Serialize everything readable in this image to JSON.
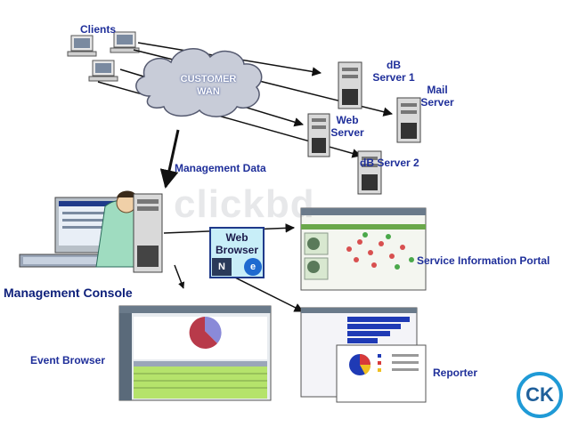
{
  "labels": {
    "clients": "Clients",
    "cloud_line1": "CUSTOMER",
    "cloud_line2": "WAN",
    "db_server_1_line1": "dB",
    "db_server_1_line2": "Server 1",
    "mail_server_line1": "Mail",
    "mail_server_line2": "Server",
    "web_server_line1": "Web",
    "web_server_line2": "Server",
    "db_server_2": "dB Server 2",
    "management_data": "Management Data",
    "web_browser_line1": "Web",
    "web_browser_line2": "Browser",
    "browser_n": "N",
    "browser_e": "e",
    "service_portal": "Service Information Portal",
    "management_console": "Management Console",
    "event_browser": "Event Browser",
    "reporter": "Reporter",
    "watermark": "clickbd",
    "logo": "CK"
  },
  "colors": {
    "label_blue": "#1f2f9a",
    "cloud_fill": "#c8ccd8",
    "arrow": "#111111",
    "server_body": "#d9d9d9",
    "browser_box": "#1f3a8a",
    "event_green": "#b5e36b",
    "report_blue": "#1f3ab5",
    "pie_red": "#b83a4a",
    "pie_blue": "#8a8ad8"
  }
}
